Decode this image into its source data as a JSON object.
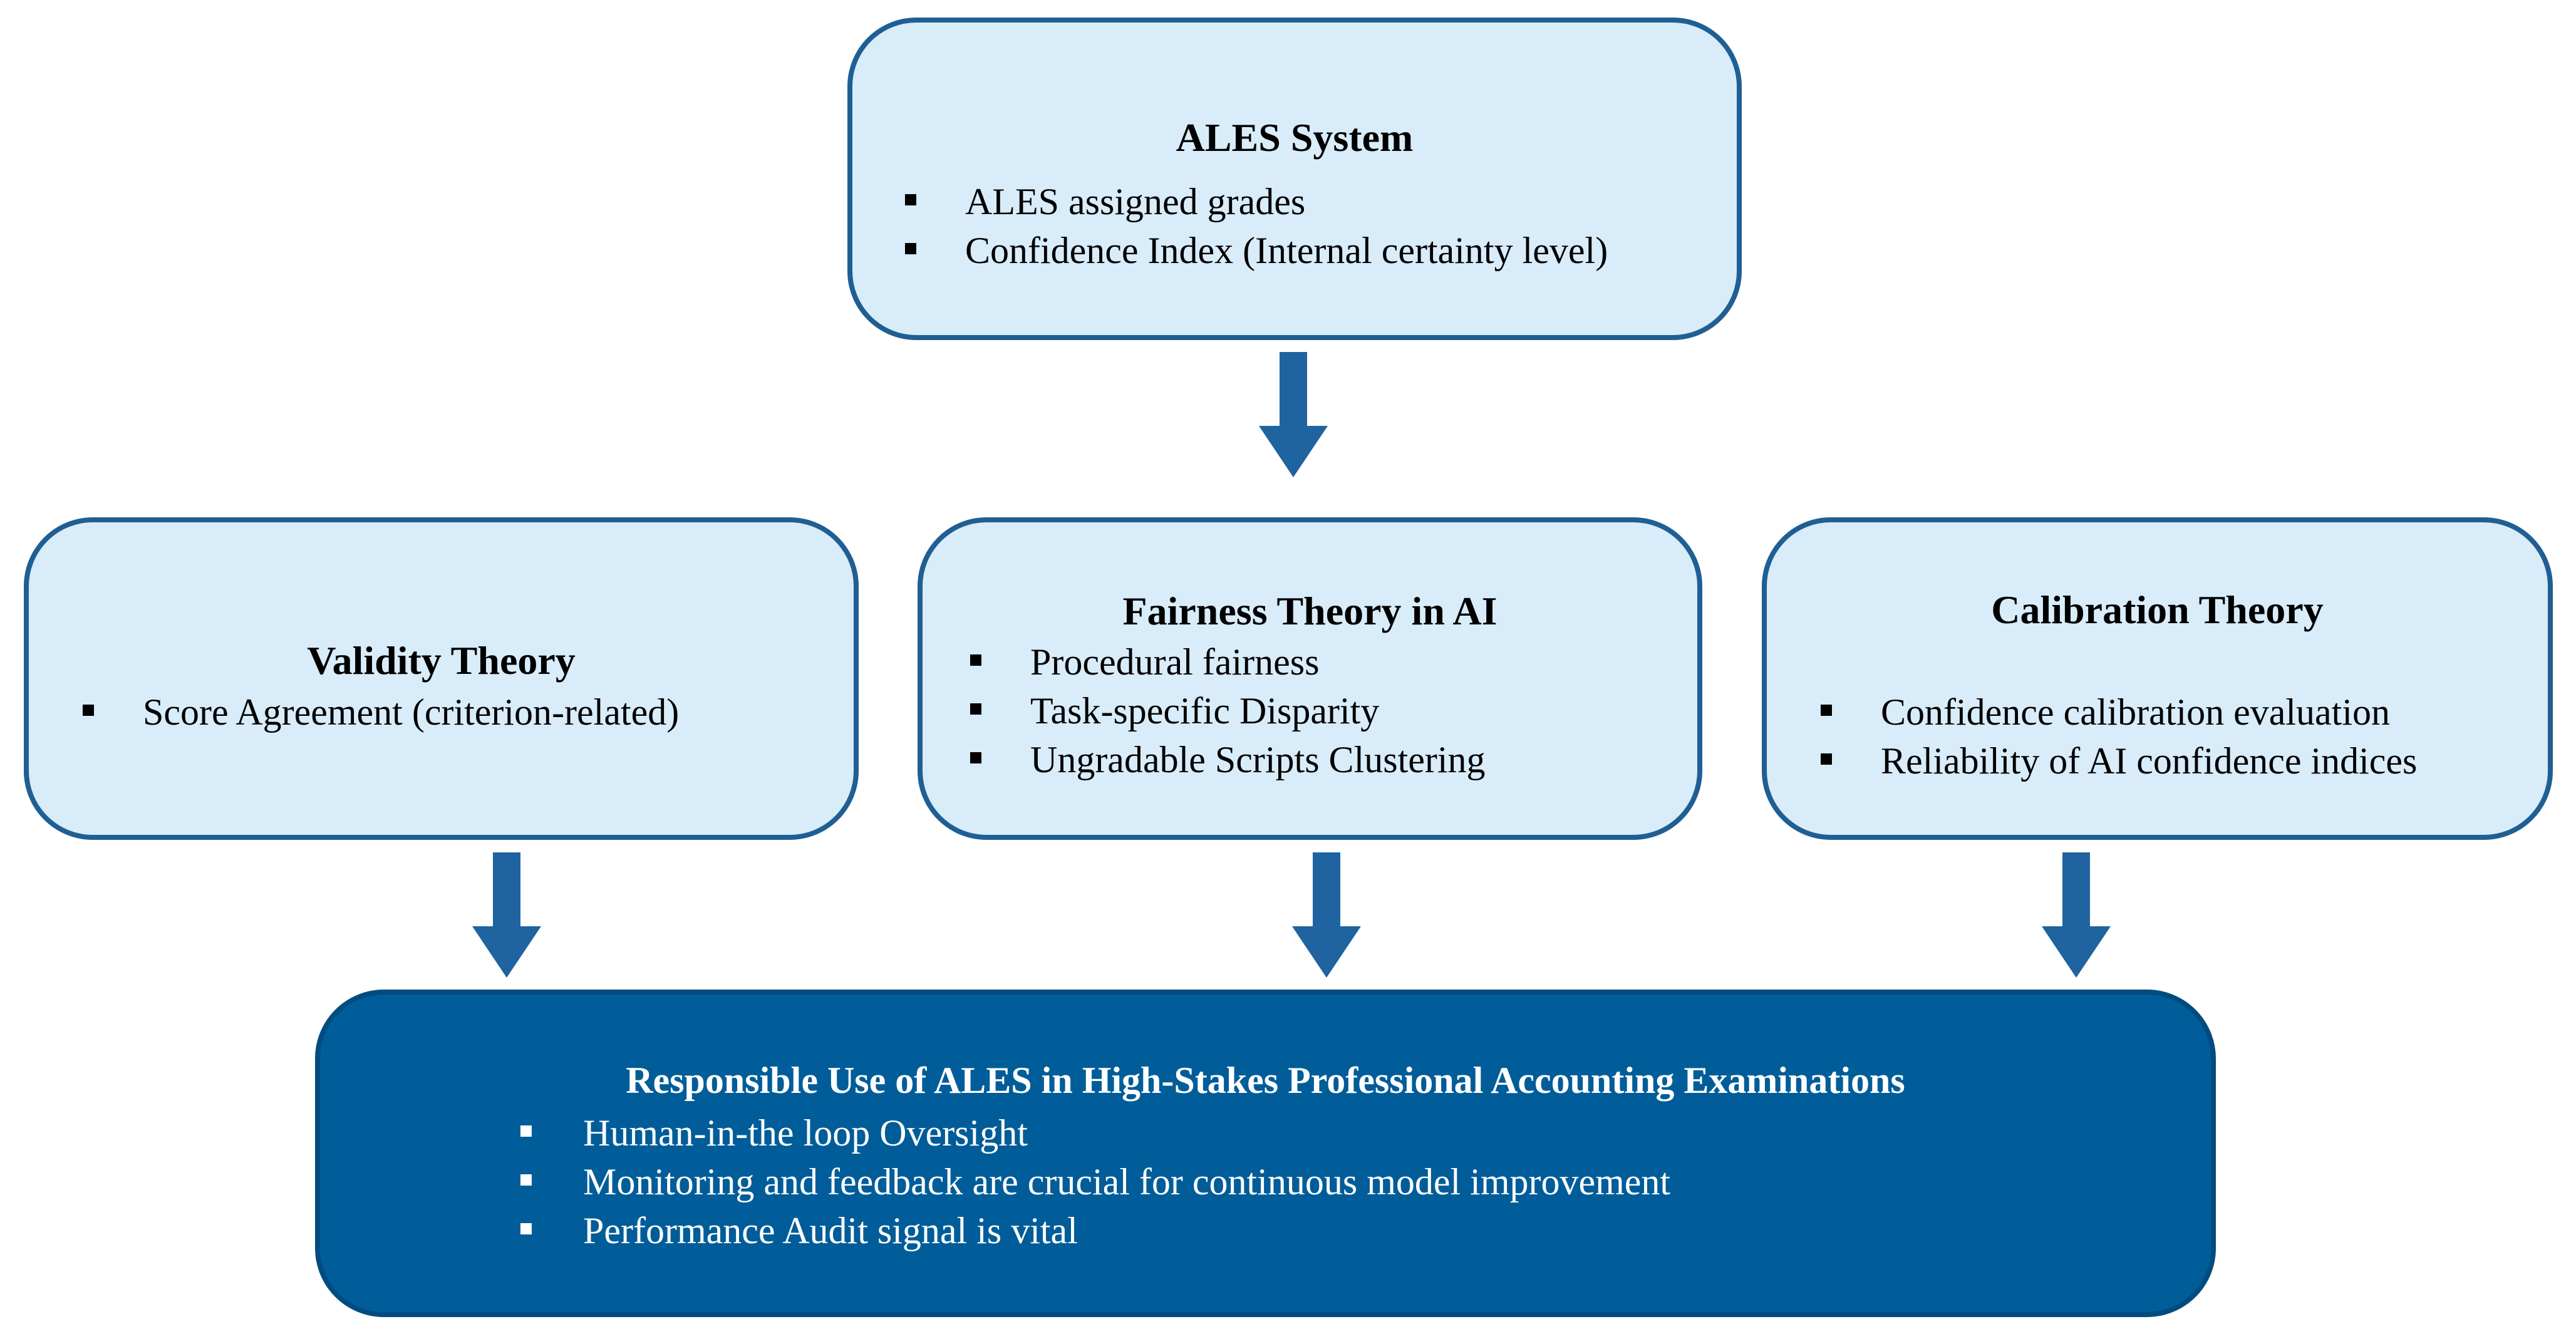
{
  "nodes": {
    "ales_system": {
      "title": "ALES System",
      "items": [
        "ALES assigned grades",
        "Confidence Index (Internal certainty level)"
      ]
    },
    "validity_theory": {
      "title": "Validity Theory",
      "items": [
        "Score Agreement (criterion-related)"
      ]
    },
    "fairness_theory": {
      "title": "Fairness Theory in AI",
      "items": [
        "Procedural fairness",
        "Task-specific Disparity",
        "Ungradable Scripts Clustering"
      ]
    },
    "calibration_theory": {
      "title": "Calibration Theory",
      "items": [
        "Confidence calibration evaluation",
        "Reliability of AI confidence indices"
      ]
    },
    "responsible_use": {
      "title": "Responsible Use of ALES in High-Stakes Professional Accounting Examinations",
      "items": [
        "Human-in-the loop Oversight",
        "Monitoring and feedback are crucial for continuous model improvement",
        "Performance Audit signal is vital"
      ]
    }
  },
  "colors": {
    "light_box_fill": "#d9ecf9",
    "light_box_border": "#1f5f93",
    "dark_box_fill": "#005d99",
    "arrow": "#1f63a0"
  }
}
